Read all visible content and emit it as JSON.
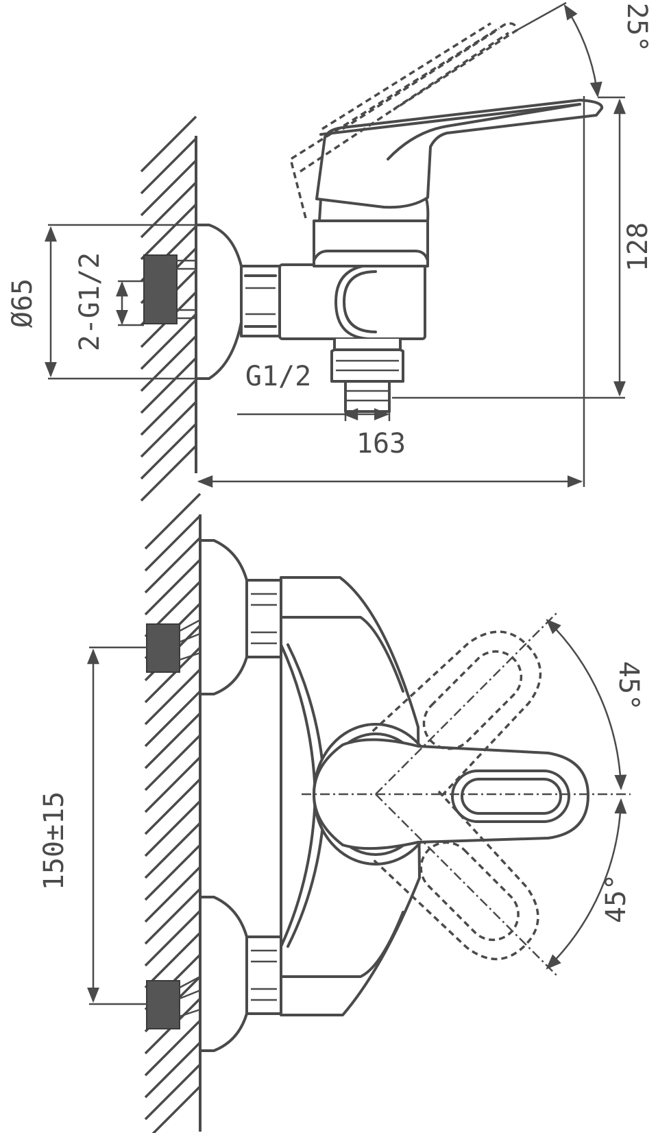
{
  "dimensions": {
    "diameter": "Ø65",
    "connection_pair": "2-G1/2",
    "outlet_thread": "G1/2",
    "outlet_offset": "163",
    "height": "128",
    "lever_angle": "25°",
    "center_distance": "150±15",
    "swivel_up": "45°",
    "swivel_down": "45°"
  },
  "colors": {
    "line": "#4a4a4a",
    "thread_fill": "#555555",
    "background": "#ffffff"
  }
}
